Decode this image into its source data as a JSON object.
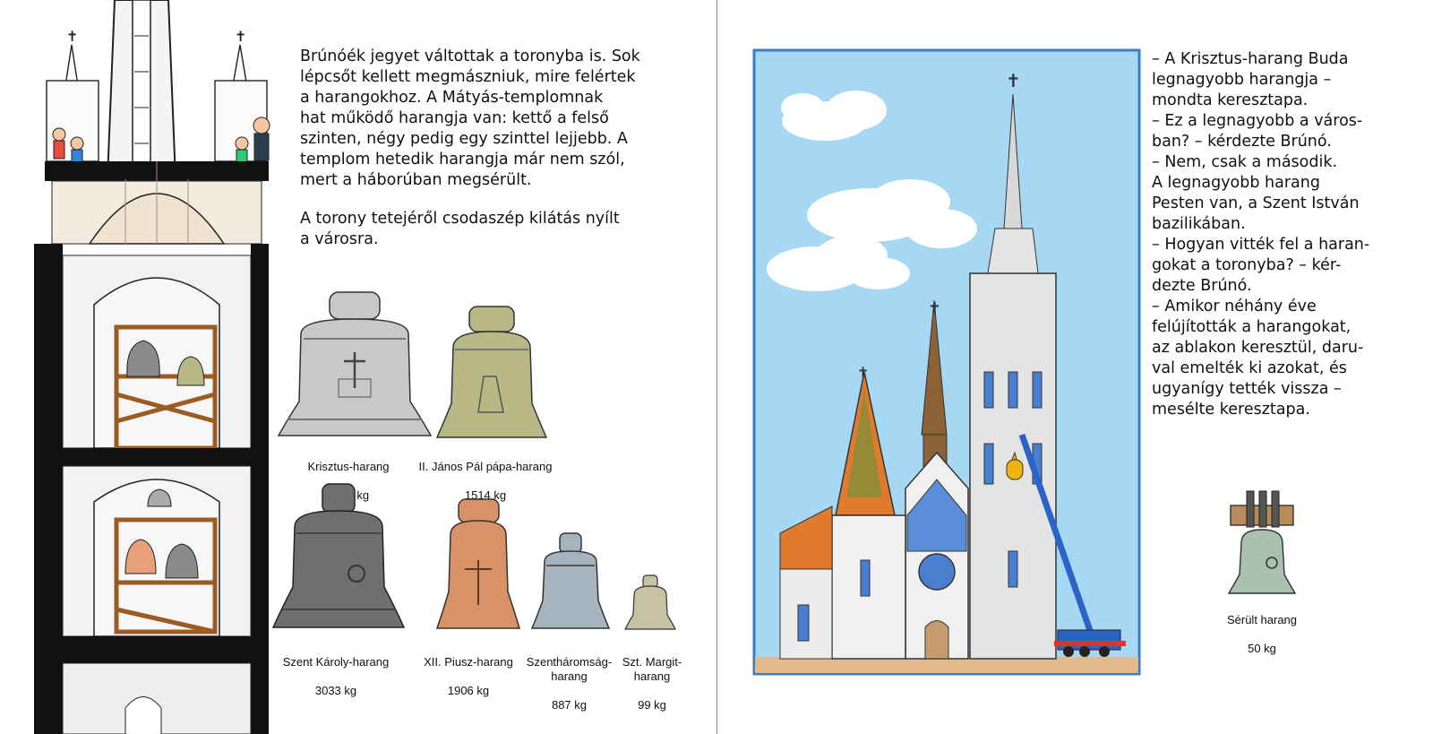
{
  "left_page": {
    "paragraphs": [
      "Brúnóék jegyet váltottak a toronyba is. Sok\nlépcsőt kellett megmászniuk, mire felértek\na harangokhoz. A Mátyás-templomnak\nhat működő harangja van: kettő a felső\nszinten, négy pedig egy szinttel lejjebb. A\ntemplom hetedik harangja már nem szól,\nmert a háborúban megsérült.",
      "A torony tetejéről csodaszép kilátás nyílt\na városra."
    ],
    "bells": [
      {
        "name": "Krisztus-harang",
        "weight": "4521 kg"
      },
      {
        "name": "II. János Pál pápa-harang",
        "weight": "1514 kg"
      },
      {
        "name": "Szent Károly-harang",
        "weight": "3033 kg"
      },
      {
        "name": "XII. Piusz-harang",
        "weight": "1906 kg"
      },
      {
        "name": "Szentháromság-\nharang",
        "weight": "887 kg"
      },
      {
        "name": "Szt. Margit-\nharang",
        "weight": "99 kg"
      }
    ]
  },
  "right_page": {
    "text": "– A Krisztus-harang Buda\nlegnagyobb harangja –\nmondta keresztapa.\n– Ez a legnagyobb a város-\nban? – kérdezte Brúnó.\n– Nem, csak a második.\nA legnagyobb harang\nPesten van, a Szent István\nbazilikában.\n– Hogyan vitték fel a haran-\ngokat a toronyba? – kér-\ndezte Brúnó.\n– Amikor néhány éve\nfelújították a harangokat,\naz ablakon keresztül, daru-\nval emelték ki azokat, és\nugyanígy tették vissza –\nmesélte keresztapa.",
    "damaged_bell": {
      "name": "Sérült harang",
      "weight": "50 kg"
    }
  },
  "colors": {
    "sky": "#a7d8f3",
    "frame": "#3a7fc2",
    "ground": "#e1b98c",
    "stone": "#e4e4e4",
    "roof_tile_orange": "#e07a2c",
    "roof_tile_green": "#4e9a42",
    "crane_blue": "#2b63c9",
    "bell_gold": "#f2b20f",
    "krisztus_bell": "#c8c8c8",
    "janos_pal_bell": "#b8b887",
    "karoly_bell": "#6f6f6f",
    "piusz_bell": "#d99168",
    "szentharomsag_bell": "#a6b4be",
    "margit_bell": "#c6c3a2",
    "damaged_bell": "#a9c1ae"
  }
}
